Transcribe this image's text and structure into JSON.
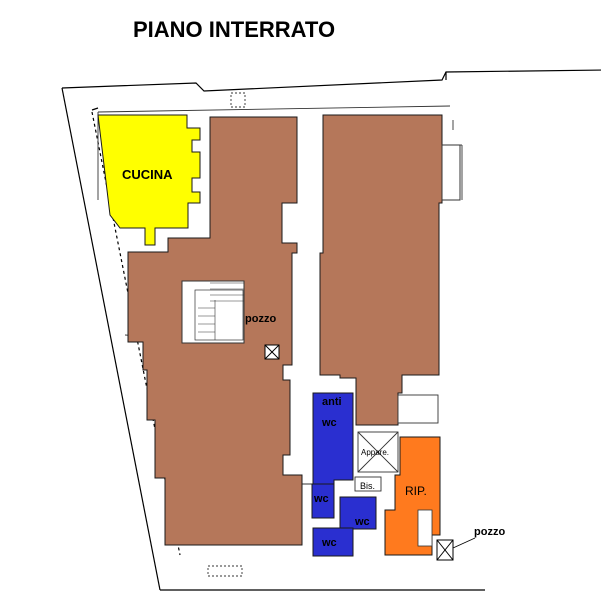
{
  "title": "PIANO INTERRATO",
  "colors": {
    "cucina": "#ffff00",
    "main_rooms": "#b5775a",
    "wc_block": "#2a2fd0",
    "rip_block": "#ff7a1e",
    "walls": "#000000",
    "background": "#ffffff"
  },
  "labels": {
    "cucina": "CUCINA",
    "pozzo_inner": "pozzo",
    "pozzo_outer": "pozzo",
    "anti": "anti",
    "anti_wc": "wc",
    "wc_left": "wc",
    "wc_mid": "wc",
    "wc_bottom": "wc",
    "rip": "RIP.",
    "appare": "Appare.",
    "bis": "Bis."
  }
}
